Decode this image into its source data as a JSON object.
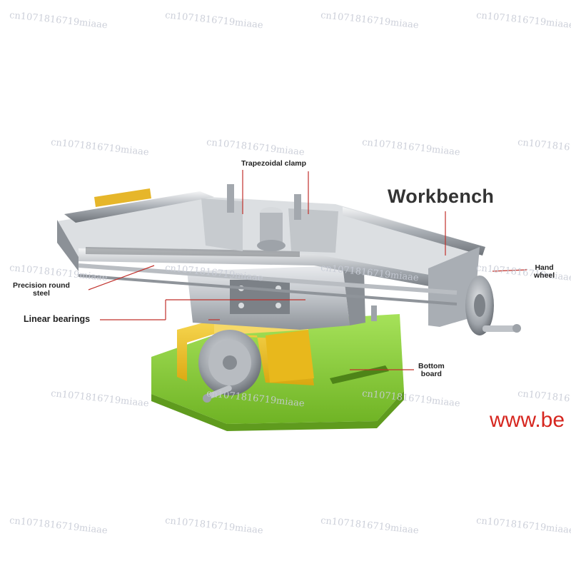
{
  "labels": {
    "trapezoidal_clamp": "Trapezoidal clamp",
    "workbench": "Workbench",
    "hand_wheel_line1": "Hand",
    "hand_wheel_line2": "wheel",
    "precision_line1": "Precision round",
    "precision_line2": "steel",
    "linear_bearings": "Linear bearings",
    "bottom_board_line1": "Bottom",
    "bottom_board_line2": "board"
  },
  "watermark": "cn1071816719miaae",
  "watermark_clipped": "cn1071816719miaae",
  "watermark_short": "cn1071816719miaae",
  "url_text": "www.be",
  "colors": {
    "base_green": "#8ed23a",
    "saddle_yellow": "#f2c424",
    "metal": "#c9ccd0",
    "leader_red": "#c0302b",
    "url_red": "#d6261f"
  }
}
